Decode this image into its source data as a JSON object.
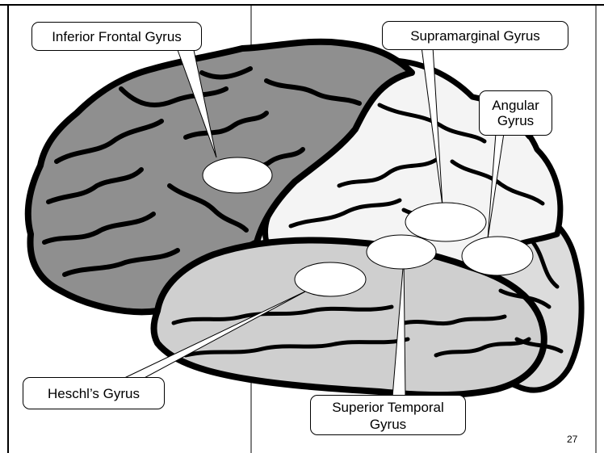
{
  "slide": {
    "page_number": "27",
    "colors": {
      "frontal_lobe": "#8f8f8f",
      "parietal_lobe": "#f4f4f4",
      "temporal_lobe": "#cfcfcf",
      "occipital_lobe": "#dcdcdc",
      "outline": "#000000",
      "marker_fill": "#ffffff"
    },
    "labels": {
      "inferior_frontal": "Inferior Frontal Gyrus",
      "supramarginal": "Supramarginal Gyrus",
      "angular_line1": "Angular",
      "angular_line2": "Gyrus",
      "heschl": "Heschl’s Gyrus",
      "superior_temporal_line1": "Superior Temporal",
      "superior_temporal_line2": "Gyrus"
    }
  }
}
